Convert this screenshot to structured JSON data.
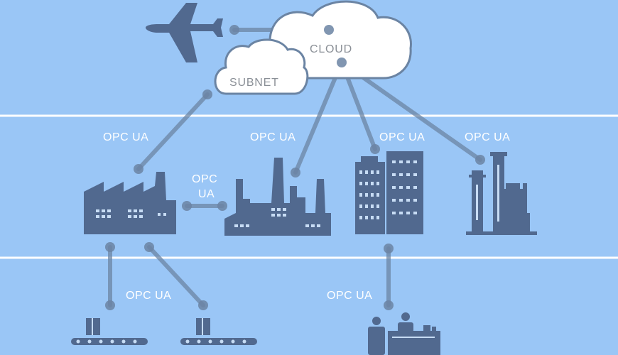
{
  "colors": {
    "background": "#9ac6f6",
    "divider": "#ffffff",
    "icon": "#51698f",
    "connector": "#6b84a3",
    "cloud_fill": "#ffffff",
    "cloud_text": "#8a8f96",
    "label_text": "#ffffff"
  },
  "clouds": {
    "cloud": "CLOUD",
    "subnet": "SUBNET"
  },
  "labels": {
    "opc_factory": "OPC UA",
    "opc_plant": "OPC UA",
    "opc_buildings": "OPC UA",
    "opc_refinery": "OPC UA",
    "opc_link_line1": "OPC",
    "opc_link_line2": "UA",
    "opc_conveyors": "OPC UA",
    "opc_workers": "OPC UA"
  },
  "icons": [
    "airplane-icon",
    "factory-icon",
    "power-plant-icon",
    "office-buildings-icon",
    "refinery-icon",
    "conveyor-icon",
    "workers-desk-icon"
  ]
}
